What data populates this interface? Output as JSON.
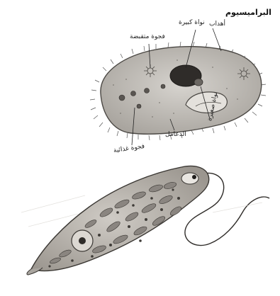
{
  "paramecium": {
    "title": "البراميسيوم",
    "labels": {
      "cilia": "أهداب",
      "macronucleus": "نواة كبيرة",
      "contractile_vacuole": "فجوة متقبضة",
      "micronucleus": "نواة صغيرة",
      "cytoplasm": "الدعامل",
      "food_vacuole": "فجوة غذائية"
    }
  },
  "colors": {
    "paramecium_body": "#c9c6c1",
    "euglena_body": "#b9b6b0",
    "organelle_dark": "#3f3c38",
    "chloroplast": "#8a8580"
  }
}
